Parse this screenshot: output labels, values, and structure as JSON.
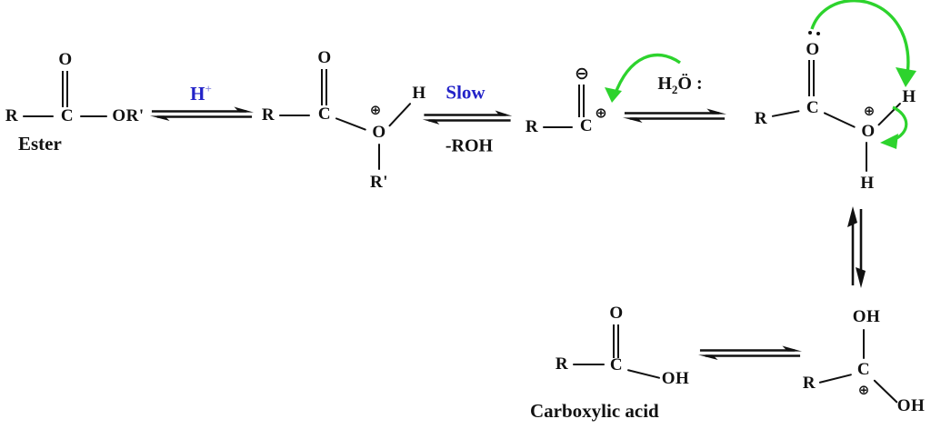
{
  "colors": {
    "ink": "#111111",
    "annotation_blue": "#2222c8",
    "arrow_green": "#2dd32d"
  },
  "annotations": {
    "h_plus": {
      "base": "H",
      "sup": "+"
    },
    "slow": "Slow",
    "minus_roh": "-ROH",
    "water": {
      "h": "H",
      "sub": "2",
      "rest": "Ö :"
    }
  },
  "structures": {
    "ester": {
      "caption": "Ester",
      "r": "R",
      "c": "C",
      "o": "O",
      "or_prime": "OR'"
    },
    "protonated_ester": {
      "r": "R",
      "c": "C",
      "o_top": "O",
      "plus": "⊕",
      "o": "O",
      "h": "H",
      "r_prime": "R'"
    },
    "acylium": {
      "r": "R",
      "c": "C",
      "o_minus": "⊖",
      "plus": "⊕"
    },
    "water_adduct": {
      "r": "R",
      "c": "C",
      "o_top": "O",
      "plus": "⊕",
      "o": "O",
      "h_right": "H",
      "h_bottom": "H"
    },
    "protonated_diol": {
      "oh_top": "OH",
      "c": "C",
      "plus": "⊕",
      "r": "R",
      "oh_bottom": "OH"
    },
    "carboxylic_acid": {
      "caption": "Carboxylic acid",
      "r": "R",
      "c": "C",
      "o": "O",
      "oh": "OH"
    }
  }
}
